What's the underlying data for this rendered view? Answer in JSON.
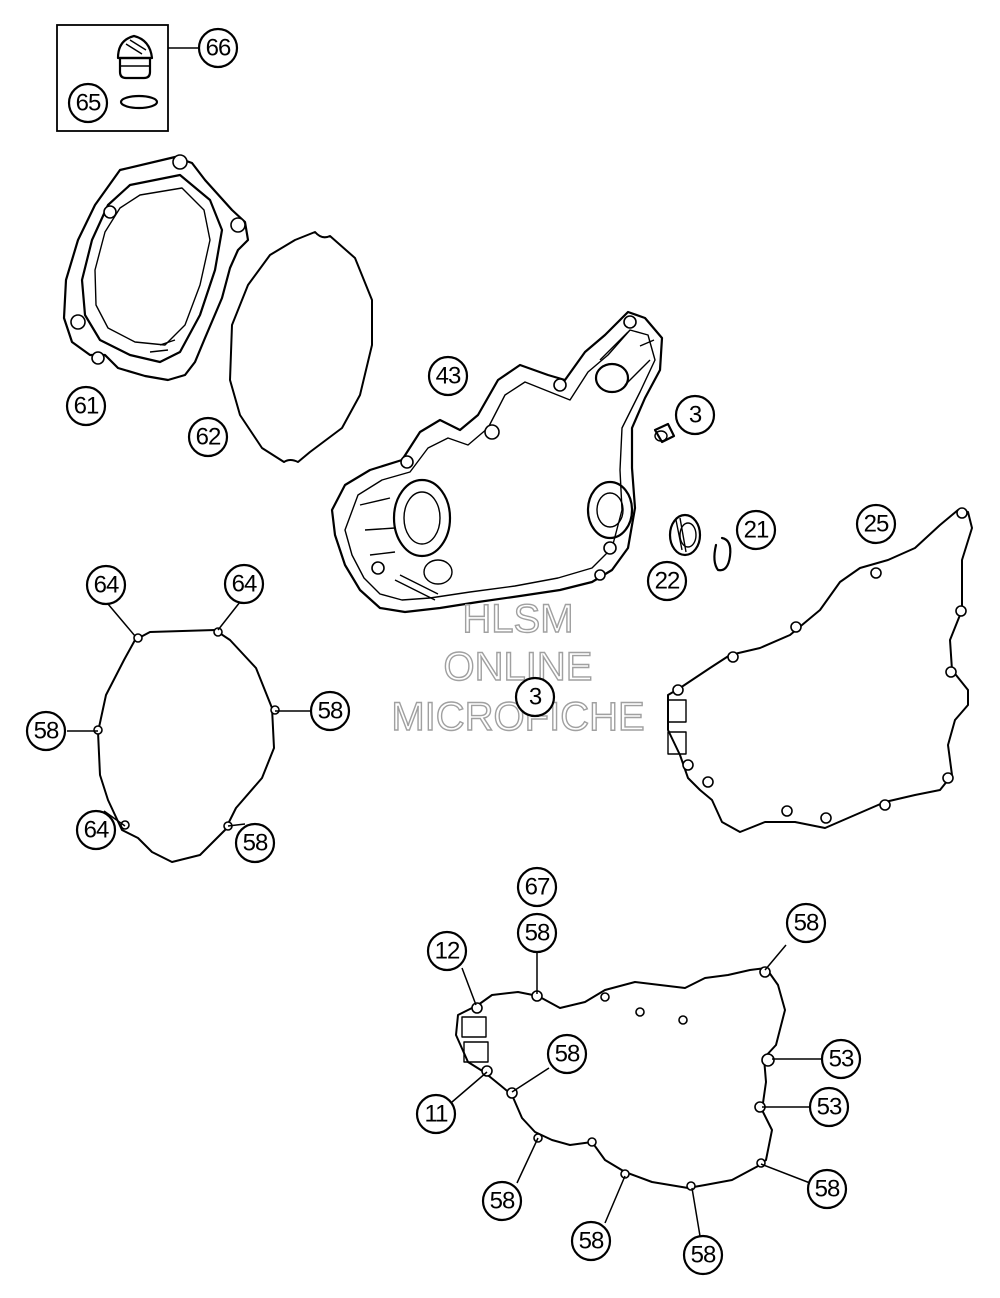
{
  "watermark": {
    "line1": "HLSM",
    "line2": "ONLINE",
    "line3": "MICROFICHE"
  },
  "callouts": [
    {
      "id": "c66",
      "label": "66"
    },
    {
      "id": "c65",
      "label": "65"
    },
    {
      "id": "c61",
      "label": "61"
    },
    {
      "id": "c62",
      "label": "62"
    },
    {
      "id": "c43",
      "label": "43"
    },
    {
      "id": "c3a",
      "label": "3"
    },
    {
      "id": "c21",
      "label": "21"
    },
    {
      "id": "c22",
      "label": "22"
    },
    {
      "id": "c25",
      "label": "25"
    },
    {
      "id": "c3b",
      "label": "3"
    },
    {
      "id": "c64a",
      "label": "64"
    },
    {
      "id": "c64b",
      "label": "64"
    },
    {
      "id": "c58a",
      "label": "58"
    },
    {
      "id": "c58b",
      "label": "58"
    },
    {
      "id": "c64c",
      "label": "64"
    },
    {
      "id": "c58c",
      "label": "58"
    },
    {
      "id": "c67",
      "label": "67"
    },
    {
      "id": "c58d",
      "label": "58"
    },
    {
      "id": "c12",
      "label": "12"
    },
    {
      "id": "c58e",
      "label": "58"
    },
    {
      "id": "c58f",
      "label": "58"
    },
    {
      "id": "c53a",
      "label": "53"
    },
    {
      "id": "c11",
      "label": "11"
    },
    {
      "id": "c53b",
      "label": "53"
    },
    {
      "id": "c58g",
      "label": "58"
    },
    {
      "id": "c58h",
      "label": "58"
    },
    {
      "id": "c58i",
      "label": "58"
    },
    {
      "id": "c58j",
      "label": "58"
    }
  ]
}
